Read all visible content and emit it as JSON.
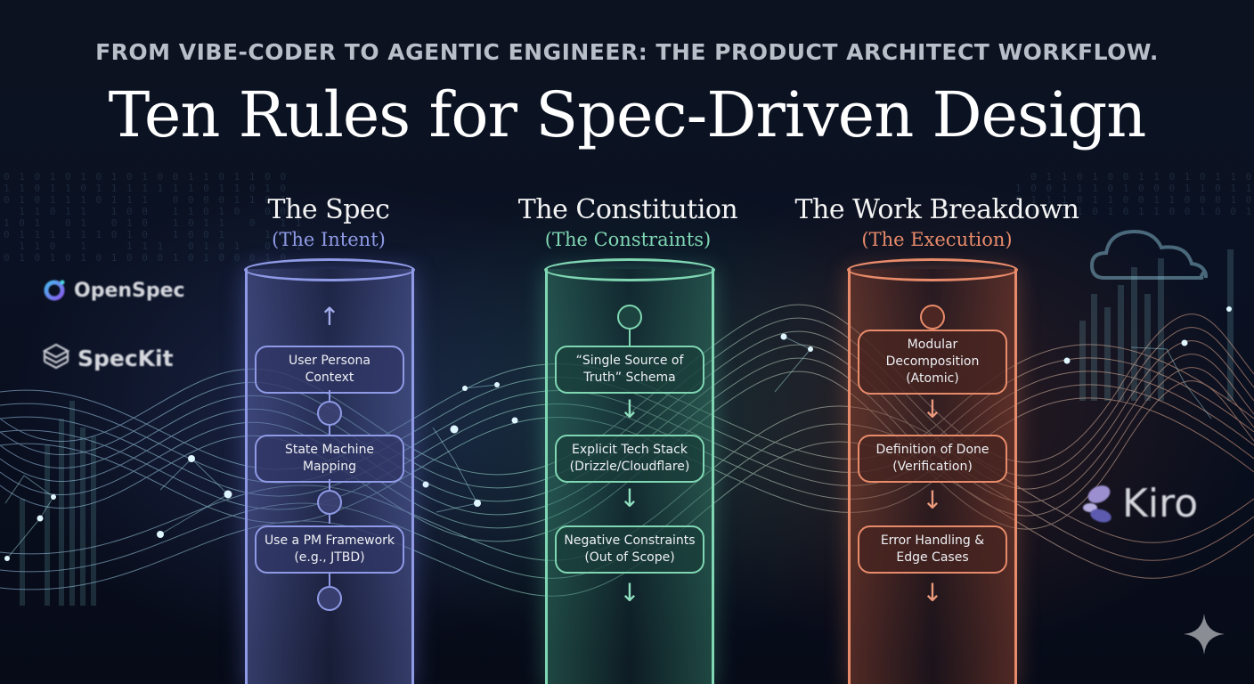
{
  "header": {
    "subtitle": "FROM VIBE-CODER TO AGENTIC ENGINEER: THE PRODUCT ARCHITECT WORKFLOW.",
    "title": "Ten Rules for Spec-Driven Design"
  },
  "columns": [
    {
      "heading": "The Spec",
      "subheading": "(The Intent)",
      "accent": "#8f9ae6",
      "flow_direction": "up",
      "nodes": [
        {
          "label": "User Persona\nContext"
        },
        {
          "label": "State Machine\nMapping"
        },
        {
          "label": "Use a PM Framework\n(e.g., JTBD)"
        }
      ]
    },
    {
      "heading": "The Constitution",
      "subheading": "(The Constraints)",
      "accent": "#7fd6b2",
      "flow_direction": "down",
      "nodes": [
        {
          "label": "“Single Source of\nTruth” Schema"
        },
        {
          "label": "Explicit Tech Stack\n(Drizzle/Cloudflare)"
        },
        {
          "label": "Negative Constraints\n(Out of Scope)"
        }
      ]
    },
    {
      "heading": "The Work Breakdown",
      "subheading": "(The Execution)",
      "accent": "#e88b6a",
      "flow_direction": "down",
      "nodes": [
        {
          "label": "Modular\nDecomposition\n(Atomic)"
        },
        {
          "label": "Definition of Done\n(Verification)"
        },
        {
          "label": "Error Handling &\nEdge Cases"
        }
      ]
    }
  ],
  "logos": {
    "openspec": "OpenSpec",
    "speckit": "SpecKit",
    "kiro": "Kiro"
  },
  "icons": {
    "corner": "sparkle-icon",
    "cloud": "cloud-icon"
  }
}
